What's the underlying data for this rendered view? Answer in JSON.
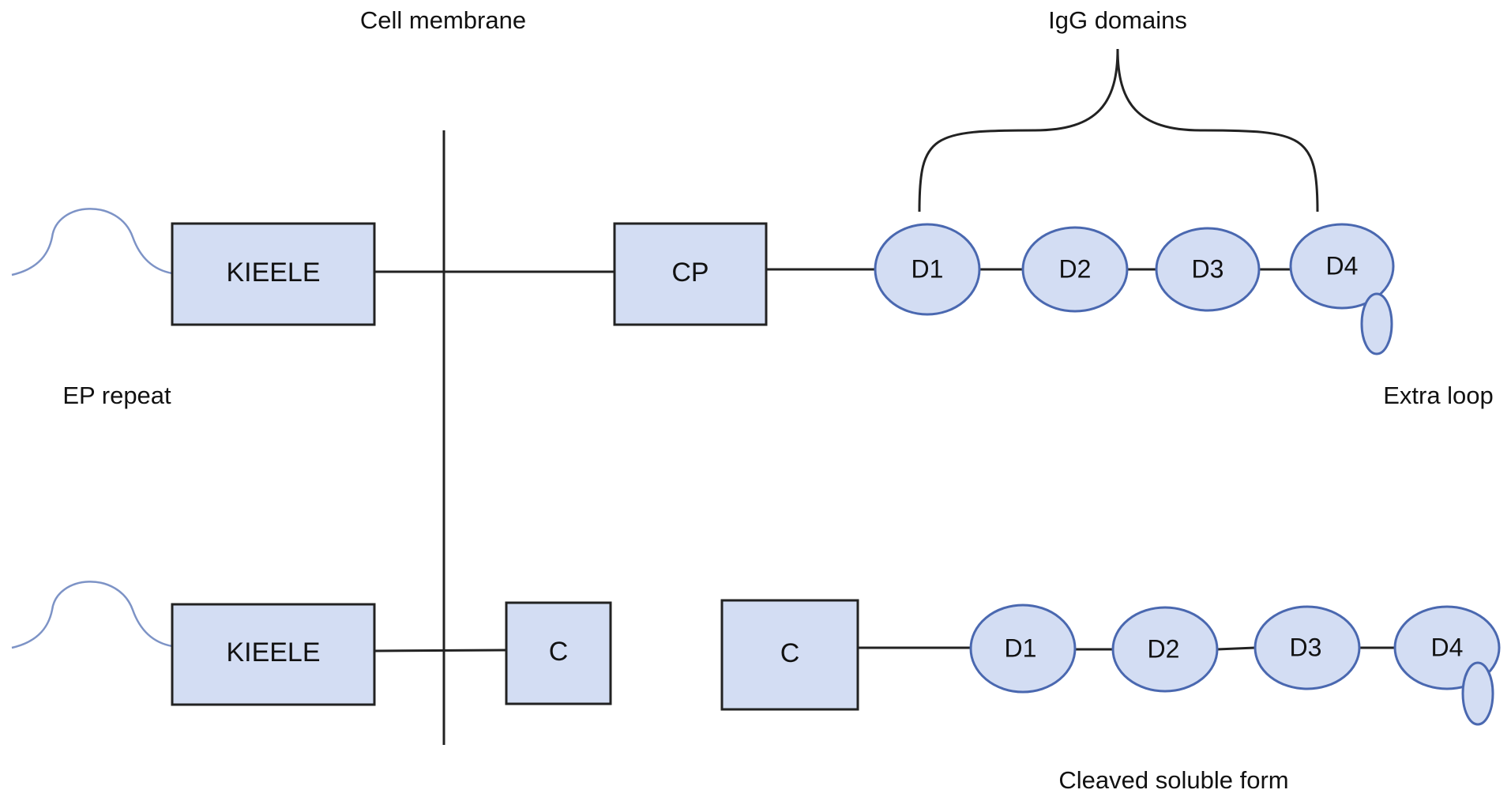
{
  "labels": {
    "cell_membrane": "Cell membrane",
    "igg_domains": "IgG domains",
    "ep_repeat": "EP repeat",
    "extra_loop": "Extra loop",
    "cleaved_soluble_form": "Cleaved soluble form"
  },
  "full_form": {
    "kieele": "KIEELE",
    "cp": "CP",
    "domains": [
      "D1",
      "D2",
      "D3",
      "D4"
    ]
  },
  "cleaved_form": {
    "kieele": "KIEELE",
    "c_membrane": "C",
    "c_soluble": "C",
    "domains": [
      "D1",
      "D2",
      "D3",
      "D4"
    ]
  },
  "colors": {
    "box_fill": "#d3ddf3",
    "ellipse_stroke": "#4a68b0",
    "line": "#222222"
  }
}
